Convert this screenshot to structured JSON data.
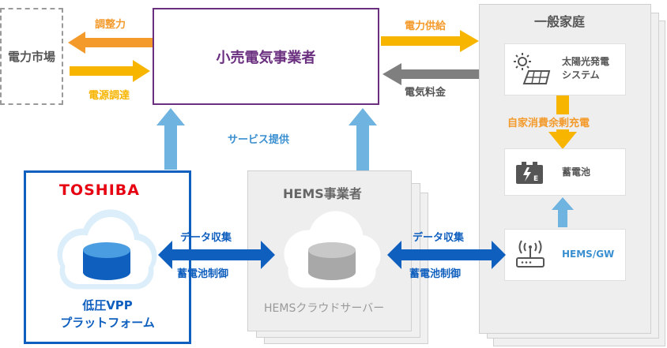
{
  "market": {
    "label": "電力市場"
  },
  "retailer": {
    "label": "小売電気事業者"
  },
  "arrows": {
    "adjust": "調整力",
    "source_adjust": "電源調達",
    "supply": "電力供給",
    "fee": "電気料金",
    "service": "サービス提供",
    "self_consume": "自家消費余剰充電",
    "data_collect_1": "データ収集",
    "battery_ctrl_1": "蓄電池制御",
    "data_collect_2": "データ収集",
    "battery_ctrl_2": "蓄電池制御"
  },
  "household": {
    "title": "一般家庭",
    "solar": "太陽光発電\nシステム",
    "battery": "蓄電池",
    "gw": "HEMS/GW"
  },
  "hems": {
    "title": "HEMS事業者",
    "server": "HEMSクラウドサーバー"
  },
  "toshiba": {
    "logo": "TOSHIBA",
    "platform": "低圧VPP\nプラットフォーム"
  },
  "colors": {
    "orange": "#f39a2b",
    "yellow": "#f7b500",
    "blue": "#6fb3e0",
    "deepblue": "#0f5fbf",
    "purple": "#6a2f7f",
    "gray": "#7f7f7f",
    "red": "#e60012"
  }
}
